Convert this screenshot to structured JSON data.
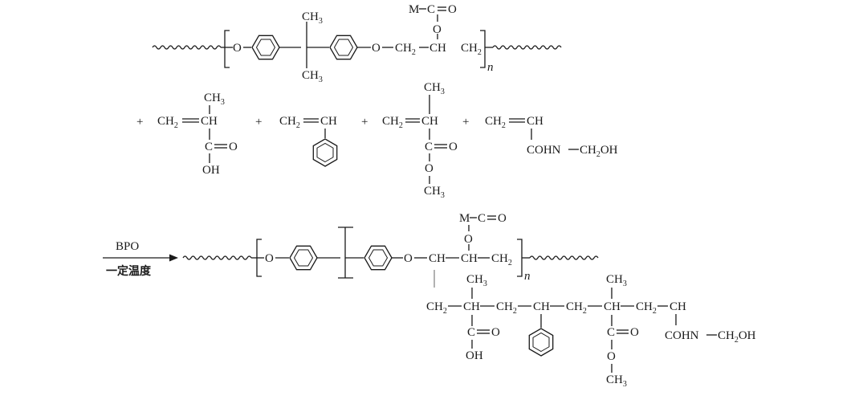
{
  "labels": {
    "ch3": "CH",
    "ch": "CH",
    "ch2": "CH",
    "c": "C",
    "o": "O",
    "c_o": "C",
    "m_c_o": "M",
    "oh": "OH",
    "cohn": "COHN",
    "ch2oh": "CH",
    "oh_tail": "OH",
    "n": "n",
    "plus": "+",
    "sub3": "3",
    "sub2": "2",
    "eq_o": "O",
    "dash": "−"
  },
  "reaction": {
    "initiator": "BPO",
    "condition": "一定温度"
  },
  "colors": {
    "ink": "#1a1a1a",
    "graft_link": "#888888"
  }
}
